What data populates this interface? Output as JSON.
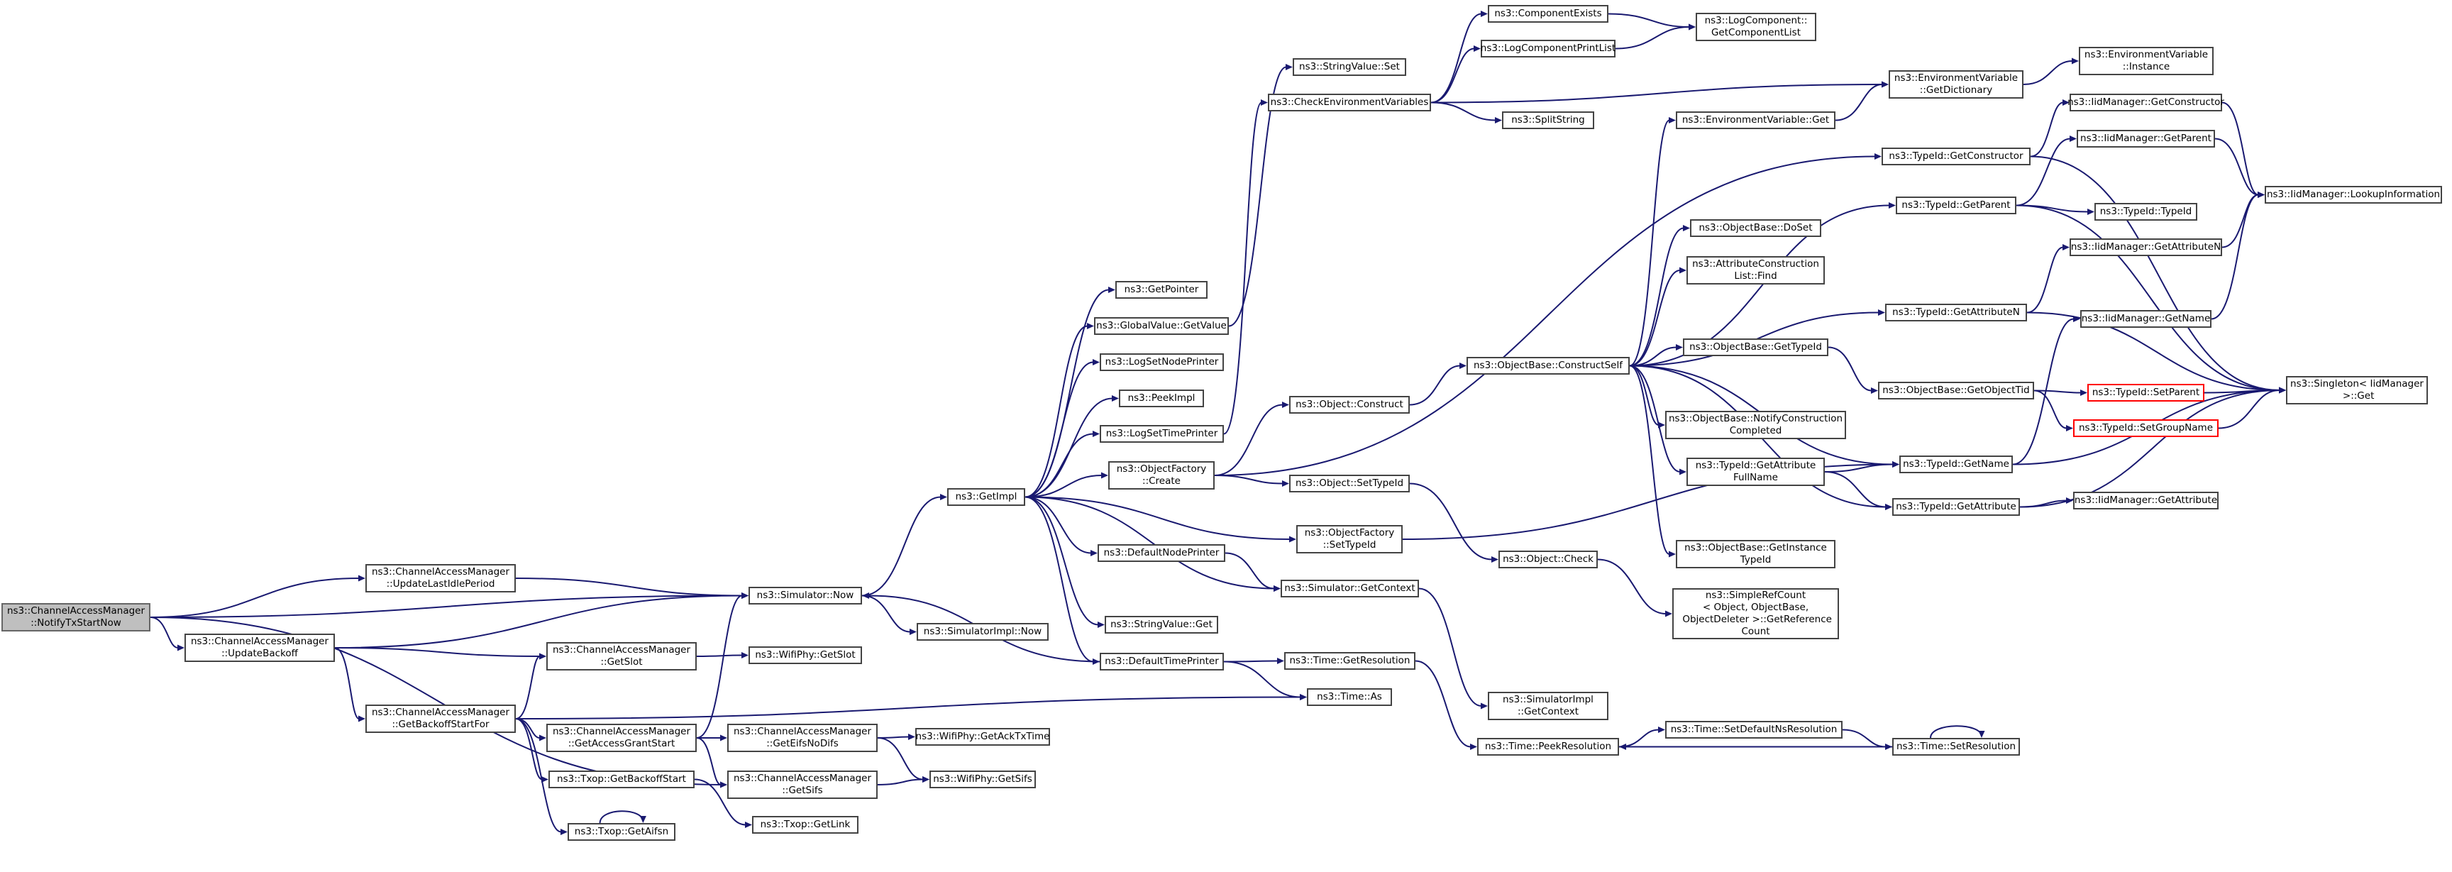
{
  "graph": {
    "nodes": [
      {
        "id": "notify",
        "label": "ns3::ChannelAccessManager\n::NotifyTxStartNow",
        "style": "root"
      },
      {
        "id": "updLast",
        "label": "ns3::ChannelAccessManager\n::UpdateLastIdlePeriod"
      },
      {
        "id": "updBack",
        "label": "ns3::ChannelAccessManager\n::UpdateBackoff"
      },
      {
        "id": "getBSF",
        "label": "ns3::ChannelAccessManager\n::GetBackoffStartFor"
      },
      {
        "id": "simNow",
        "label": "ns3::Simulator::Now"
      },
      {
        "id": "getSlot",
        "label": "ns3::ChannelAccessManager\n::GetSlot"
      },
      {
        "id": "getAGS",
        "label": "ns3::ChannelAccessManager\n::GetAccessGrantStart"
      },
      {
        "id": "txBS",
        "label": "ns3::Txop::GetBackoffStart"
      },
      {
        "id": "txAifsn",
        "label": "ns3::Txop::GetAifsn"
      },
      {
        "id": "simImplNow",
        "label": "ns3::SimulatorImpl::Now"
      },
      {
        "id": "wpSlot",
        "label": "ns3::WifiPhy::GetSlot"
      },
      {
        "id": "getEifs",
        "label": "ns3::ChannelAccessManager\n::GetEifsNoDifs"
      },
      {
        "id": "getSifs",
        "label": "ns3::ChannelAccessManager\n::GetSifs"
      },
      {
        "id": "txLink",
        "label": "ns3::Txop::GetLink"
      },
      {
        "id": "wpAck",
        "label": "ns3::WifiPhy::GetAckTxTime"
      },
      {
        "id": "wpSifs",
        "label": "ns3::WifiPhy::GetSifs"
      },
      {
        "id": "getImpl",
        "label": "ns3::GetImpl"
      },
      {
        "id": "getPointer",
        "label": "ns3::GetPointer"
      },
      {
        "id": "gvGet",
        "label": "ns3::GlobalValue::GetValue"
      },
      {
        "id": "logSetNode",
        "label": "ns3::LogSetNodePrinter"
      },
      {
        "id": "peekImpl",
        "label": "ns3::PeekImpl"
      },
      {
        "id": "logSetTime",
        "label": "ns3::LogSetTimePrinter"
      },
      {
        "id": "ofCreate",
        "label": "ns3::ObjectFactory\n::Create"
      },
      {
        "id": "defNodeP",
        "label": "ns3::DefaultNodePrinter"
      },
      {
        "id": "svGet",
        "label": "ns3::StringValue::Get"
      },
      {
        "id": "defTimeP",
        "label": "ns3::DefaultTimePrinter"
      },
      {
        "id": "svSet",
        "label": "ns3::StringValue::Set"
      },
      {
        "id": "checkEnv",
        "label": "ns3::CheckEnvironmentVariables"
      },
      {
        "id": "objConstruct",
        "label": "ns3::Object::Construct"
      },
      {
        "id": "objSetTid",
        "label": "ns3::Object::SetTypeId"
      },
      {
        "id": "ofSetTid",
        "label": "ns3::ObjectFactory\n::SetTypeId"
      },
      {
        "id": "simGetCtx",
        "label": "ns3::Simulator::GetContext"
      },
      {
        "id": "timeGetRes",
        "label": "ns3::Time::GetResolution"
      },
      {
        "id": "timeAs",
        "label": "ns3::Time::As"
      },
      {
        "id": "compExists",
        "label": "ns3::ComponentExists"
      },
      {
        "id": "logCompPL",
        "label": "ns3::LogComponentPrintList"
      },
      {
        "id": "splitStr",
        "label": "ns3::SplitString"
      },
      {
        "id": "logCompGCL",
        "label": "ns3::LogComponent::\nGetComponentList"
      },
      {
        "id": "obConstruct",
        "label": "ns3::ObjectBase::ConstructSelf"
      },
      {
        "id": "objCheck",
        "label": "ns3::Object::Check"
      },
      {
        "id": "simImplCtx",
        "label": "ns3::SimulatorImpl\n::GetContext"
      },
      {
        "id": "timePeek",
        "label": "ns3::Time::PeekResolution"
      },
      {
        "id": "envGet",
        "label": "ns3::EnvironmentVariable::Get"
      },
      {
        "id": "obDoSet",
        "label": "ns3::ObjectBase::DoSet"
      },
      {
        "id": "acFind",
        "label": "ns3::AttributeConstruction\nList::Find"
      },
      {
        "id": "obGetTid",
        "label": "ns3::ObjectBase::GetTypeId"
      },
      {
        "id": "obNotify",
        "label": "ns3::ObjectBase::NotifyConstruction\nCompleted"
      },
      {
        "id": "tidGAFN",
        "label": "ns3::TypeId::GetAttribute\nFullName"
      },
      {
        "id": "obGetInst",
        "label": "ns3::ObjectBase::GetInstance\nTypeId"
      },
      {
        "id": "srcGet",
        "label": "ns3::SimpleRefCount\n< Object, ObjectBase,\n ObjectDeleter >::GetReference\nCount"
      },
      {
        "id": "timeSetDef",
        "label": "ns3::Time::SetDefaultNsResolution"
      },
      {
        "id": "envGetDict",
        "label": "ns3::EnvironmentVariable\n::GetDictionary"
      },
      {
        "id": "tidGetCtor",
        "label": "ns3::TypeId::GetConstructor"
      },
      {
        "id": "tidGetParent",
        "label": "ns3::TypeId::GetParent"
      },
      {
        "id": "tidGetAttrN",
        "label": "ns3::TypeId::GetAttributeN"
      },
      {
        "id": "obGetOTid",
        "label": "ns3::ObjectBase::GetObjectTid"
      },
      {
        "id": "tidGetName",
        "label": "ns3::TypeId::GetName"
      },
      {
        "id": "tidGetAttr",
        "label": "ns3::TypeId::GetAttribute"
      },
      {
        "id": "timeSetRes",
        "label": "ns3::Time::SetResolution"
      },
      {
        "id": "envInst",
        "label": "ns3::EnvironmentVariable\n::Instance"
      },
      {
        "id": "iidGetCtor",
        "label": "ns3::IidManager::GetConstructor"
      },
      {
        "id": "iidGetParent",
        "label": "ns3::IidManager::GetParent"
      },
      {
        "id": "tidTypeId",
        "label": "ns3::TypeId::TypeId"
      },
      {
        "id": "iidGetAttrN",
        "label": "ns3::IidManager::GetAttributeN"
      },
      {
        "id": "iidGetName",
        "label": "ns3::IidManager::GetName"
      },
      {
        "id": "tidSetParent",
        "label": "ns3::TypeId::SetParent",
        "style": "trunc"
      },
      {
        "id": "tidSetGroup",
        "label": "ns3::TypeId::SetGroupName",
        "style": "trunc"
      },
      {
        "id": "iidGetAttr",
        "label": "ns3::IidManager::GetAttribute"
      },
      {
        "id": "iidLookup",
        "label": "ns3::IidManager::LookupInformation"
      },
      {
        "id": "singleton",
        "label": "ns3::Singleton< IidManager\n >::Get"
      }
    ],
    "edges": [
      [
        "notify",
        "updLast"
      ],
      [
        "notify",
        "simNow"
      ],
      [
        "notify",
        "updBack"
      ],
      [
        "notify",
        "getSifs"
      ],
      [
        "updLast",
        "simNow"
      ],
      [
        "updBack",
        "simNow"
      ],
      [
        "updBack",
        "getSlot"
      ],
      [
        "updBack",
        "getBSF"
      ],
      [
        "getBSF",
        "getSlot"
      ],
      [
        "getBSF",
        "getAGS"
      ],
      [
        "getBSF",
        "txBS"
      ],
      [
        "getBSF",
        "txAifsn"
      ],
      [
        "getBSF",
        "timeAs"
      ],
      [
        "getAGS",
        "simNow"
      ],
      [
        "getAGS",
        "getEifs"
      ],
      [
        "getAGS",
        "getSifs"
      ],
      [
        "getSlot",
        "wpSlot"
      ],
      [
        "getEifs",
        "wpAck"
      ],
      [
        "getEifs",
        "wpSifs"
      ],
      [
        "getSifs",
        "wpSifs"
      ],
      [
        "txBS",
        "txLink"
      ],
      [
        "txAifsn",
        "txAifsn"
      ],
      [
        "simNow",
        "getImpl"
      ],
      [
        "simNow",
        "simImplNow"
      ],
      [
        "getImpl",
        "getPointer"
      ],
      [
        "getImpl",
        "gvGet"
      ],
      [
        "getImpl",
        "logSetNode"
      ],
      [
        "getImpl",
        "peekImpl"
      ],
      [
        "getImpl",
        "logSetTime"
      ],
      [
        "getImpl",
        "ofCreate"
      ],
      [
        "getImpl",
        "defNodeP"
      ],
      [
        "getImpl",
        "svGet"
      ],
      [
        "getImpl",
        "defTimeP"
      ],
      [
        "getImpl",
        "ofSetTid"
      ],
      [
        "getImpl",
        "simGetCtx"
      ],
      [
        "gvGet",
        "svSet"
      ],
      [
        "logSetTime",
        "checkEnv"
      ],
      [
        "ofCreate",
        "objConstruct"
      ],
      [
        "ofCreate",
        "objSetTid"
      ],
      [
        "ofCreate",
        "tidGetCtor"
      ],
      [
        "defNodeP",
        "simGetCtx"
      ],
      [
        "defTimeP",
        "timeGetRes"
      ],
      [
        "defTimeP",
        "timeAs"
      ],
      [
        "defTimeP",
        "simNow"
      ],
      [
        "checkEnv",
        "compExists"
      ],
      [
        "checkEnv",
        "logCompPL"
      ],
      [
        "checkEnv",
        "splitStr"
      ],
      [
        "checkEnv",
        "envGetDict"
      ],
      [
        "compExists",
        "logCompGCL"
      ],
      [
        "logCompPL",
        "logCompGCL"
      ],
      [
        "objConstruct",
        "obConstruct"
      ],
      [
        "objSetTid",
        "objCheck"
      ],
      [
        "ofSetTid",
        "tidGetName"
      ],
      [
        "simGetCtx",
        "simImplCtx"
      ],
      [
        "timeGetRes",
        "timePeek"
      ],
      [
        "obConstruct",
        "envGet"
      ],
      [
        "obConstruct",
        "obDoSet"
      ],
      [
        "obConstruct",
        "acFind"
      ],
      [
        "obConstruct",
        "obGetTid"
      ],
      [
        "obConstruct",
        "obNotify"
      ],
      [
        "obConstruct",
        "tidGAFN"
      ],
      [
        "obConstruct",
        "obGetInst"
      ],
      [
        "obConstruct",
        "tidGetParent"
      ],
      [
        "obConstruct",
        "tidGetAttrN"
      ],
      [
        "obConstruct",
        "tidGetName"
      ],
      [
        "obConstruct",
        "tidGetAttr"
      ],
      [
        "objCheck",
        "srcGet"
      ],
      [
        "timePeek",
        "timeSetDef"
      ],
      [
        "envGet",
        "envGetDict"
      ],
      [
        "envGetDict",
        "envInst"
      ],
      [
        "obGetTid",
        "obGetOTid"
      ],
      [
        "tidGAFN",
        "tidGetName"
      ],
      [
        "tidGAFN",
        "tidGetAttr"
      ],
      [
        "timeSetDef",
        "timeSetRes"
      ],
      [
        "timeSetRes",
        "timePeek"
      ],
      [
        "timeSetRes",
        "timeSetRes"
      ],
      [
        "tidGetCtor",
        "iidGetCtor"
      ],
      [
        "tidGetCtor",
        "singleton"
      ],
      [
        "tidGetParent",
        "iidGetParent"
      ],
      [
        "tidGetParent",
        "tidTypeId"
      ],
      [
        "tidGetParent",
        "singleton"
      ],
      [
        "tidGetAttrN",
        "iidGetAttrN"
      ],
      [
        "tidGetAttrN",
        "singleton"
      ],
      [
        "obGetOTid",
        "tidSetParent"
      ],
      [
        "obGetOTid",
        "tidSetGroup"
      ],
      [
        "tidGetName",
        "iidGetName"
      ],
      [
        "tidGetName",
        "singleton"
      ],
      [
        "tidGetAttr",
        "iidGetAttr"
      ],
      [
        "tidGetAttr",
        "singleton"
      ],
      [
        "iidGetCtor",
        "iidLookup"
      ],
      [
        "iidGetParent",
        "iidLookup"
      ],
      [
        "iidGetAttrN",
        "iidLookup"
      ],
      [
        "iidGetName",
        "iidLookup"
      ],
      [
        "tidSetParent",
        "singleton"
      ],
      [
        "tidSetGroup",
        "singleton"
      ]
    ]
  }
}
